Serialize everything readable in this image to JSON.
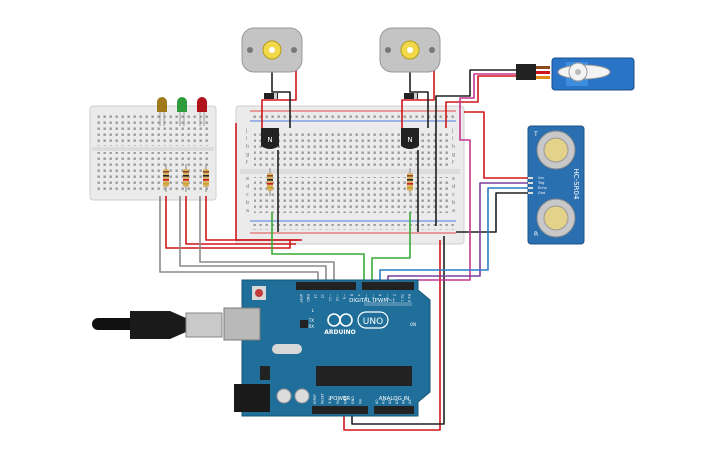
{
  "arduino": {
    "logo": "ARDUINO",
    "model": "UNO",
    "digital_label": "DIGITAL (PWM~)",
    "power_label": "POWER",
    "analog_label": "ANALOG IN",
    "tx_label": "TX",
    "rx_label": "RX",
    "l_label": "L",
    "on_label": "ON",
    "digital_pins": [
      "AREF",
      "GND",
      "13",
      "12",
      "~11",
      "~10",
      "~9",
      "8",
      "7",
      "~6",
      "~5",
      "4",
      "~3",
      "2",
      "TX 1",
      "RX 0"
    ],
    "power_pins": [
      "IOREF",
      "RESET",
      "3.3V",
      "5V",
      "GND",
      "GND",
      "Vin"
    ],
    "analog_pins": [
      "A0",
      "A1",
      "A2",
      "A3",
      "A4",
      "A5"
    ]
  },
  "sensor": {
    "name": "HC-SR04",
    "pins": [
      "Vcc",
      "Trig",
      "Echo",
      "Gnd"
    ],
    "side_t": "T",
    "side_r": "R"
  },
  "transistors": {
    "label": "N"
  },
  "breadboard": {
    "rows": [
      "a",
      "b",
      "c",
      "d",
      "e",
      "f",
      "g",
      "h",
      "i",
      "j"
    ]
  },
  "colors": {
    "board": "#1f6f9a",
    "breadboard": "#ececec",
    "wire_red": "#d0161c",
    "wire_black": "#202020",
    "wire_green": "#3aaa35",
    "wire_gray": "#8a8a8a",
    "wire_purple": "#7b3fa0",
    "wire_magenta": "#c5368e",
    "wire_blue": "#2a7fc7",
    "led_yellow": "#a07a1a",
    "led_green": "#2e9c3a",
    "led_red": "#b0141a",
    "servo": "#2a74c8"
  }
}
